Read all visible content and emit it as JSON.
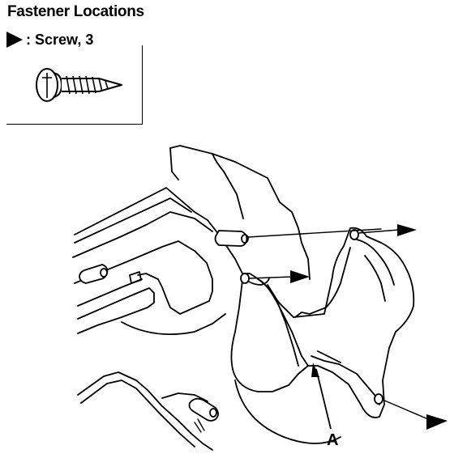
{
  "header": {
    "title": "Fastener Locations"
  },
  "legend": {
    "screw_label": ": Screw, 3"
  },
  "callouts": {
    "part_a": "A"
  }
}
